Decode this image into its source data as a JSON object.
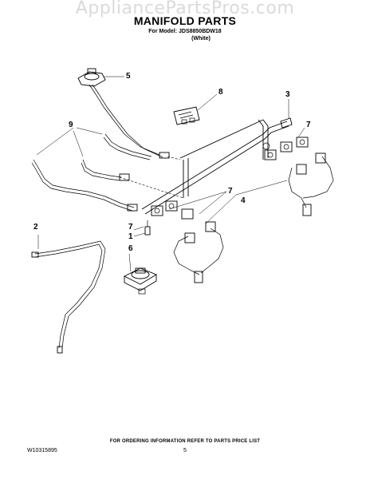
{
  "watermark": "AppliancePartsPros.com",
  "header": {
    "title": "MANIFOLD PARTS",
    "model_line": "For Model: JDS8850BDW18",
    "variant": "(White)"
  },
  "callouts": [
    "5",
    "8",
    "3",
    "9",
    "7",
    "7",
    "4",
    "2",
    "7",
    "1",
    "6"
  ],
  "footer": {
    "ordering_note": "FOR ORDERING INFORMATION REFER TO PARTS PRICE LIST",
    "document_number": "W10315895",
    "page_number": "5"
  }
}
